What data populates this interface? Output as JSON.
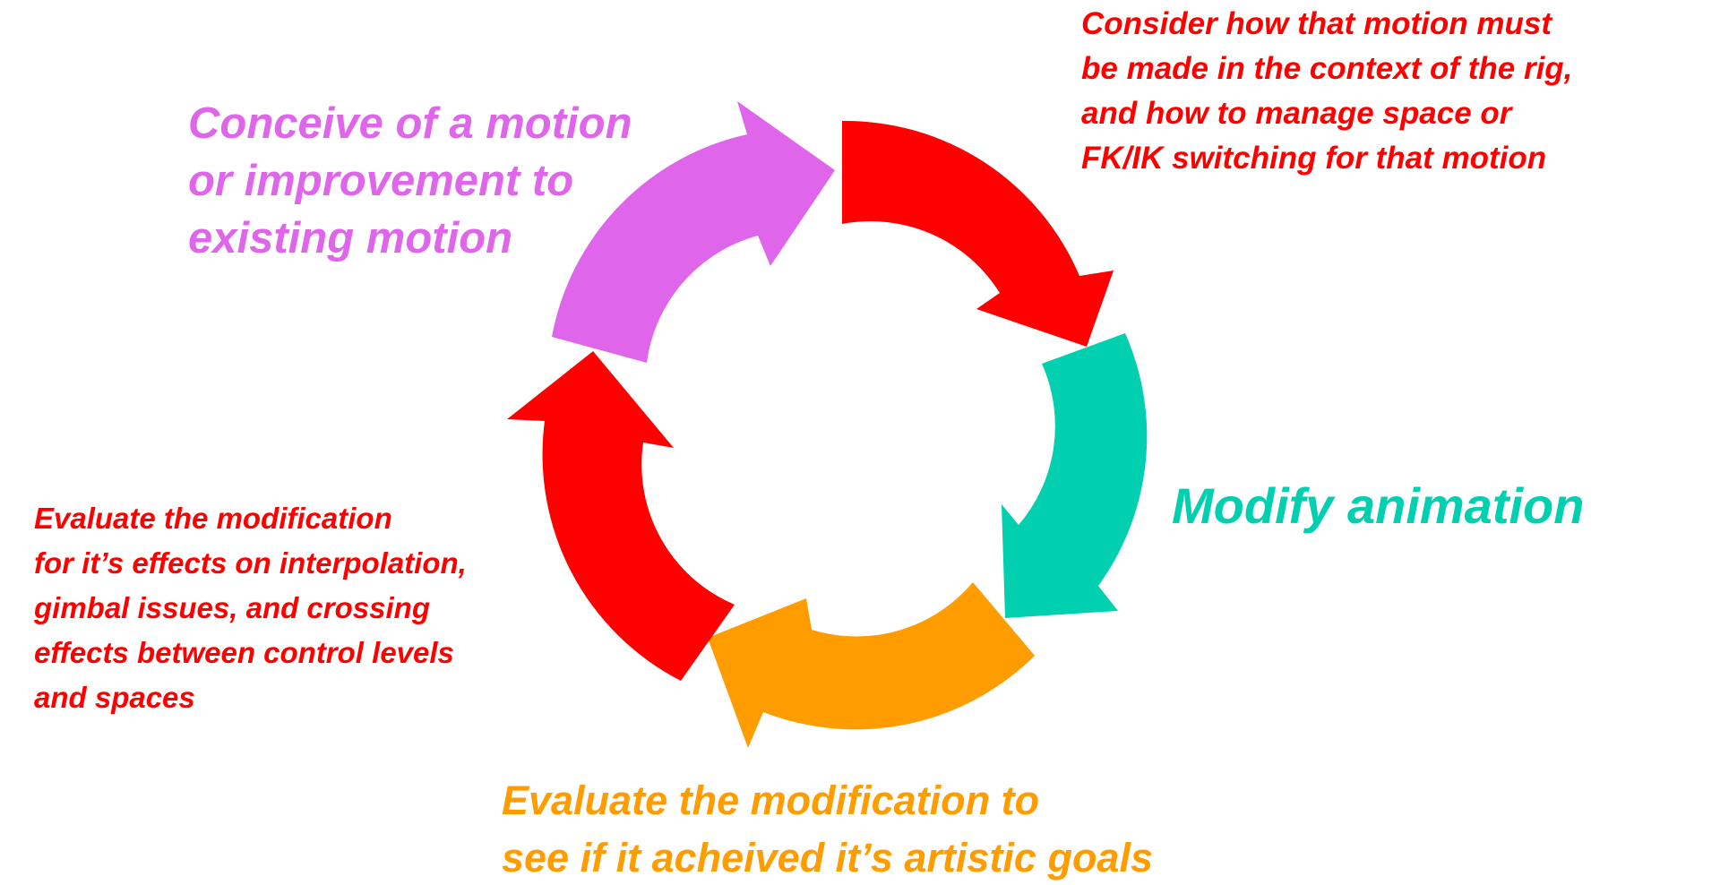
{
  "colors": {
    "conceive": "#df66ea",
    "consider": "#ff0000",
    "modify": "#00d0b0",
    "evaluate_artistic": "#ff9c00",
    "evaluate_technical": "#ff0000"
  },
  "steps": [
    {
      "id": "conceive",
      "lines": [
        "Conceive of a motion",
        "or improvement to",
        "existing motion"
      ]
    },
    {
      "id": "consider",
      "lines": [
        "Consider how that motion must",
        "be made in the context of the rig,",
        "and how to manage space or",
        "FK/IK switching for that motion"
      ]
    },
    {
      "id": "modify",
      "lines": [
        "Modify animation"
      ]
    },
    {
      "id": "evaluate_artistic",
      "lines": [
        "Evaluate the modification to",
        "see if it acheived it’s artistic goals"
      ]
    },
    {
      "id": "evaluate_technical",
      "lines": [
        "Evaluate the modification",
        "for it’s effects on interpolation,",
        "gimbal issues, and crossing",
        "effects between control levels",
        "and spaces"
      ]
    }
  ]
}
